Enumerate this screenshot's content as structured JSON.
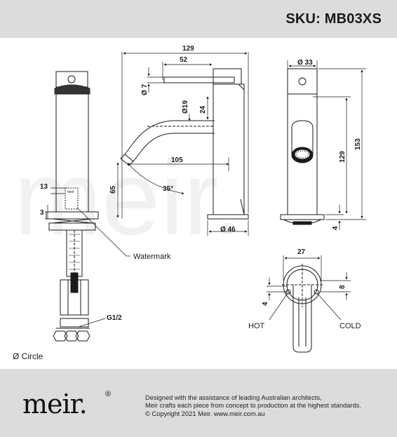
{
  "header": {
    "sku": "SKU: MB03XS"
  },
  "watermark_text": "meir.",
  "dimensions": {
    "overall_width": "129",
    "handle_length": "52",
    "handle_dia": "Ø 7",
    "spout_dia": "Ø19",
    "spout_drop": "24",
    "reach": "105",
    "spout_height": "65",
    "spout_angle": "35°",
    "base_dia": "Ø 46",
    "body_dia": "Ø 33",
    "spout_clearance": "129",
    "total_height": "153",
    "base_height": "4",
    "cert_offset": "13",
    "nut_height": "3",
    "thread": "G1/2",
    "handle_width": "27",
    "hot_cold_offset": "8",
    "hot_offset": "4"
  },
  "labels": {
    "watermark": "Watermark",
    "hot": "HOT",
    "cold": "COLD",
    "legend": "Ø Circle"
  },
  "footer": {
    "logo": "meir.",
    "reg_mark": "®",
    "tagline": [
      "Designed with the assistance of leading Australian architects,",
      "Meir crafts each piece from concept to production at the highest standards.",
      "© Copyright 2021 Meir. www.meir.com.au"
    ]
  },
  "colors": {
    "header_bg": "#dcdcdc",
    "footer_bg": "#dcdcdc",
    "line": "#1a1a1a"
  }
}
